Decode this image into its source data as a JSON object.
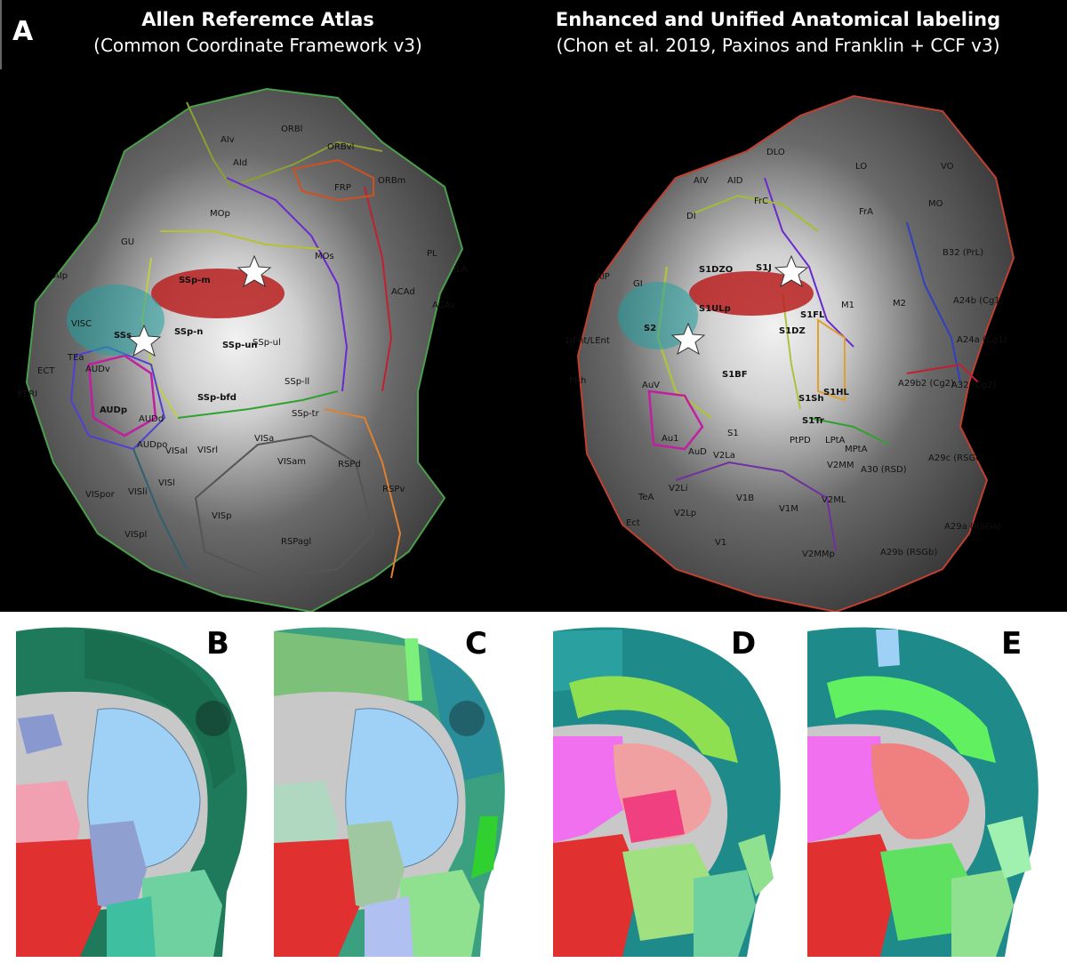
{
  "panel_a": {
    "letter": "A",
    "left_title": "Allen Referemce Atlas",
    "left_subtitle": "(Common Coordinate Framework v3)",
    "right_title": "Enhanced and Unified Anatomical labeling",
    "right_subtitle": "(Chon et al. 2019, Paxinos and Franklin + CCF v3)",
    "left_labels": [
      "AIv",
      "ORBl",
      "ORBvl",
      "AId",
      "FRP",
      "ORBm",
      "MOp",
      "GU",
      "MOs",
      "PL",
      "ILA",
      "AIp",
      "SSp-m",
      "ACAd",
      "ACAv",
      "VISC",
      "SSs",
      "SSp-n",
      "SSp-un",
      "SSp-ul",
      "TEa",
      "AUDv",
      "SSp-ll",
      "ECT",
      "PERI",
      "AUDp",
      "SSp-bfd",
      "AUDd",
      "SSp-tr",
      "AUDpo",
      "VISal",
      "VISrl",
      "VISa",
      "VISam",
      "VISpor",
      "VISli",
      "VISl",
      "RSPd",
      "RSPv",
      "VISp",
      "VISpl",
      "RSPagl"
    ],
    "right_labels": [
      "LO",
      "VO",
      "DLO",
      "AIV",
      "AID",
      "FrA",
      "MO",
      "FrC",
      "DI",
      "S1DZO",
      "B32 (PrL)",
      "S1J",
      "AIP",
      "GI",
      "S1ULp",
      "M2",
      "M1",
      "A24b (Cg1)",
      "S1FL",
      "S2",
      "S1DZ",
      "A24a (Cg1)",
      "DEnt/LEnt",
      "PRh",
      "S1BF",
      "A29b2 (Cg2)",
      "S1HL",
      "A32 (Cg2)",
      "AuV",
      "S1Sh",
      "S1Tr",
      "Au1",
      "S1",
      "PtPD",
      "LPtA",
      "MPtA",
      "AuD",
      "V2La",
      "V2MM",
      "A30 (RSD)",
      "A29c (RSGc)",
      "TeA",
      "V2Li",
      "V1B",
      "V1M",
      "V2ML",
      "A29a (RSGa)",
      "Ect",
      "V2Lp",
      "V1",
      "V2MMp",
      "A29b (RSGb)"
    ]
  },
  "panels": {
    "b": "B",
    "c": "C",
    "d": "D",
    "e": "E"
  },
  "colors": {
    "teal_dark": "#1e7a5a",
    "teal": "#2e9a86",
    "blue_light": "#9fd0f5",
    "red": "#e03030",
    "pink": "#f0a0c0",
    "magenta": "#f070f0",
    "green_light": "#8fe08f",
    "gray": "#c8c8c8",
    "star": "#ffffff",
    "cells_red": "#b82020",
    "cells_cyan": "#20a0a0"
  }
}
